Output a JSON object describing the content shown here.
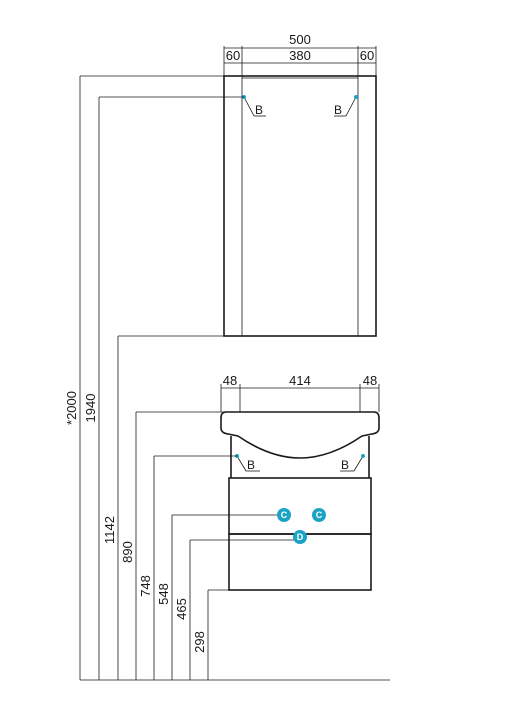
{
  "top_dims": {
    "total": "500",
    "left": "60",
    "middle": "380",
    "right": "60"
  },
  "mid_dims": {
    "left": "48",
    "middle": "414",
    "right": "48"
  },
  "heights": [
    "*2000",
    "1940",
    "1142",
    "890",
    "748",
    "548",
    "465",
    "298"
  ],
  "hinge_label": "B",
  "markers": {
    "c": "C",
    "d": "D"
  },
  "colors": {
    "line": "#1a1a1a",
    "marker": "#1ba3c6"
  }
}
